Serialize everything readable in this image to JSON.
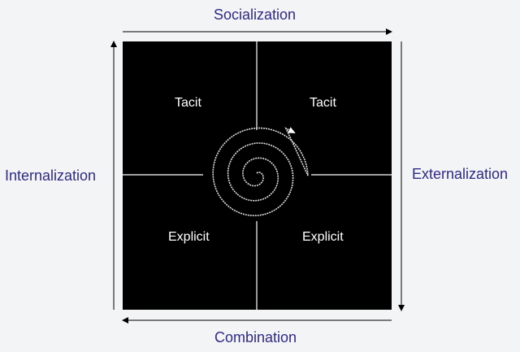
{
  "diagram": {
    "sides": {
      "top": "Socialization",
      "right": "Externalization",
      "bottom": "Combination",
      "left": "Internalization"
    },
    "quadrants": {
      "top_left": "Tacit",
      "top_right": "Tacit",
      "bottom_left": "Explicit",
      "bottom_right": "Explicit"
    },
    "colors": {
      "background": "#f3f4f5",
      "box": "#000000",
      "divider": "#ffffff",
      "label": "#2e2a86",
      "arrow": "#000000"
    }
  }
}
